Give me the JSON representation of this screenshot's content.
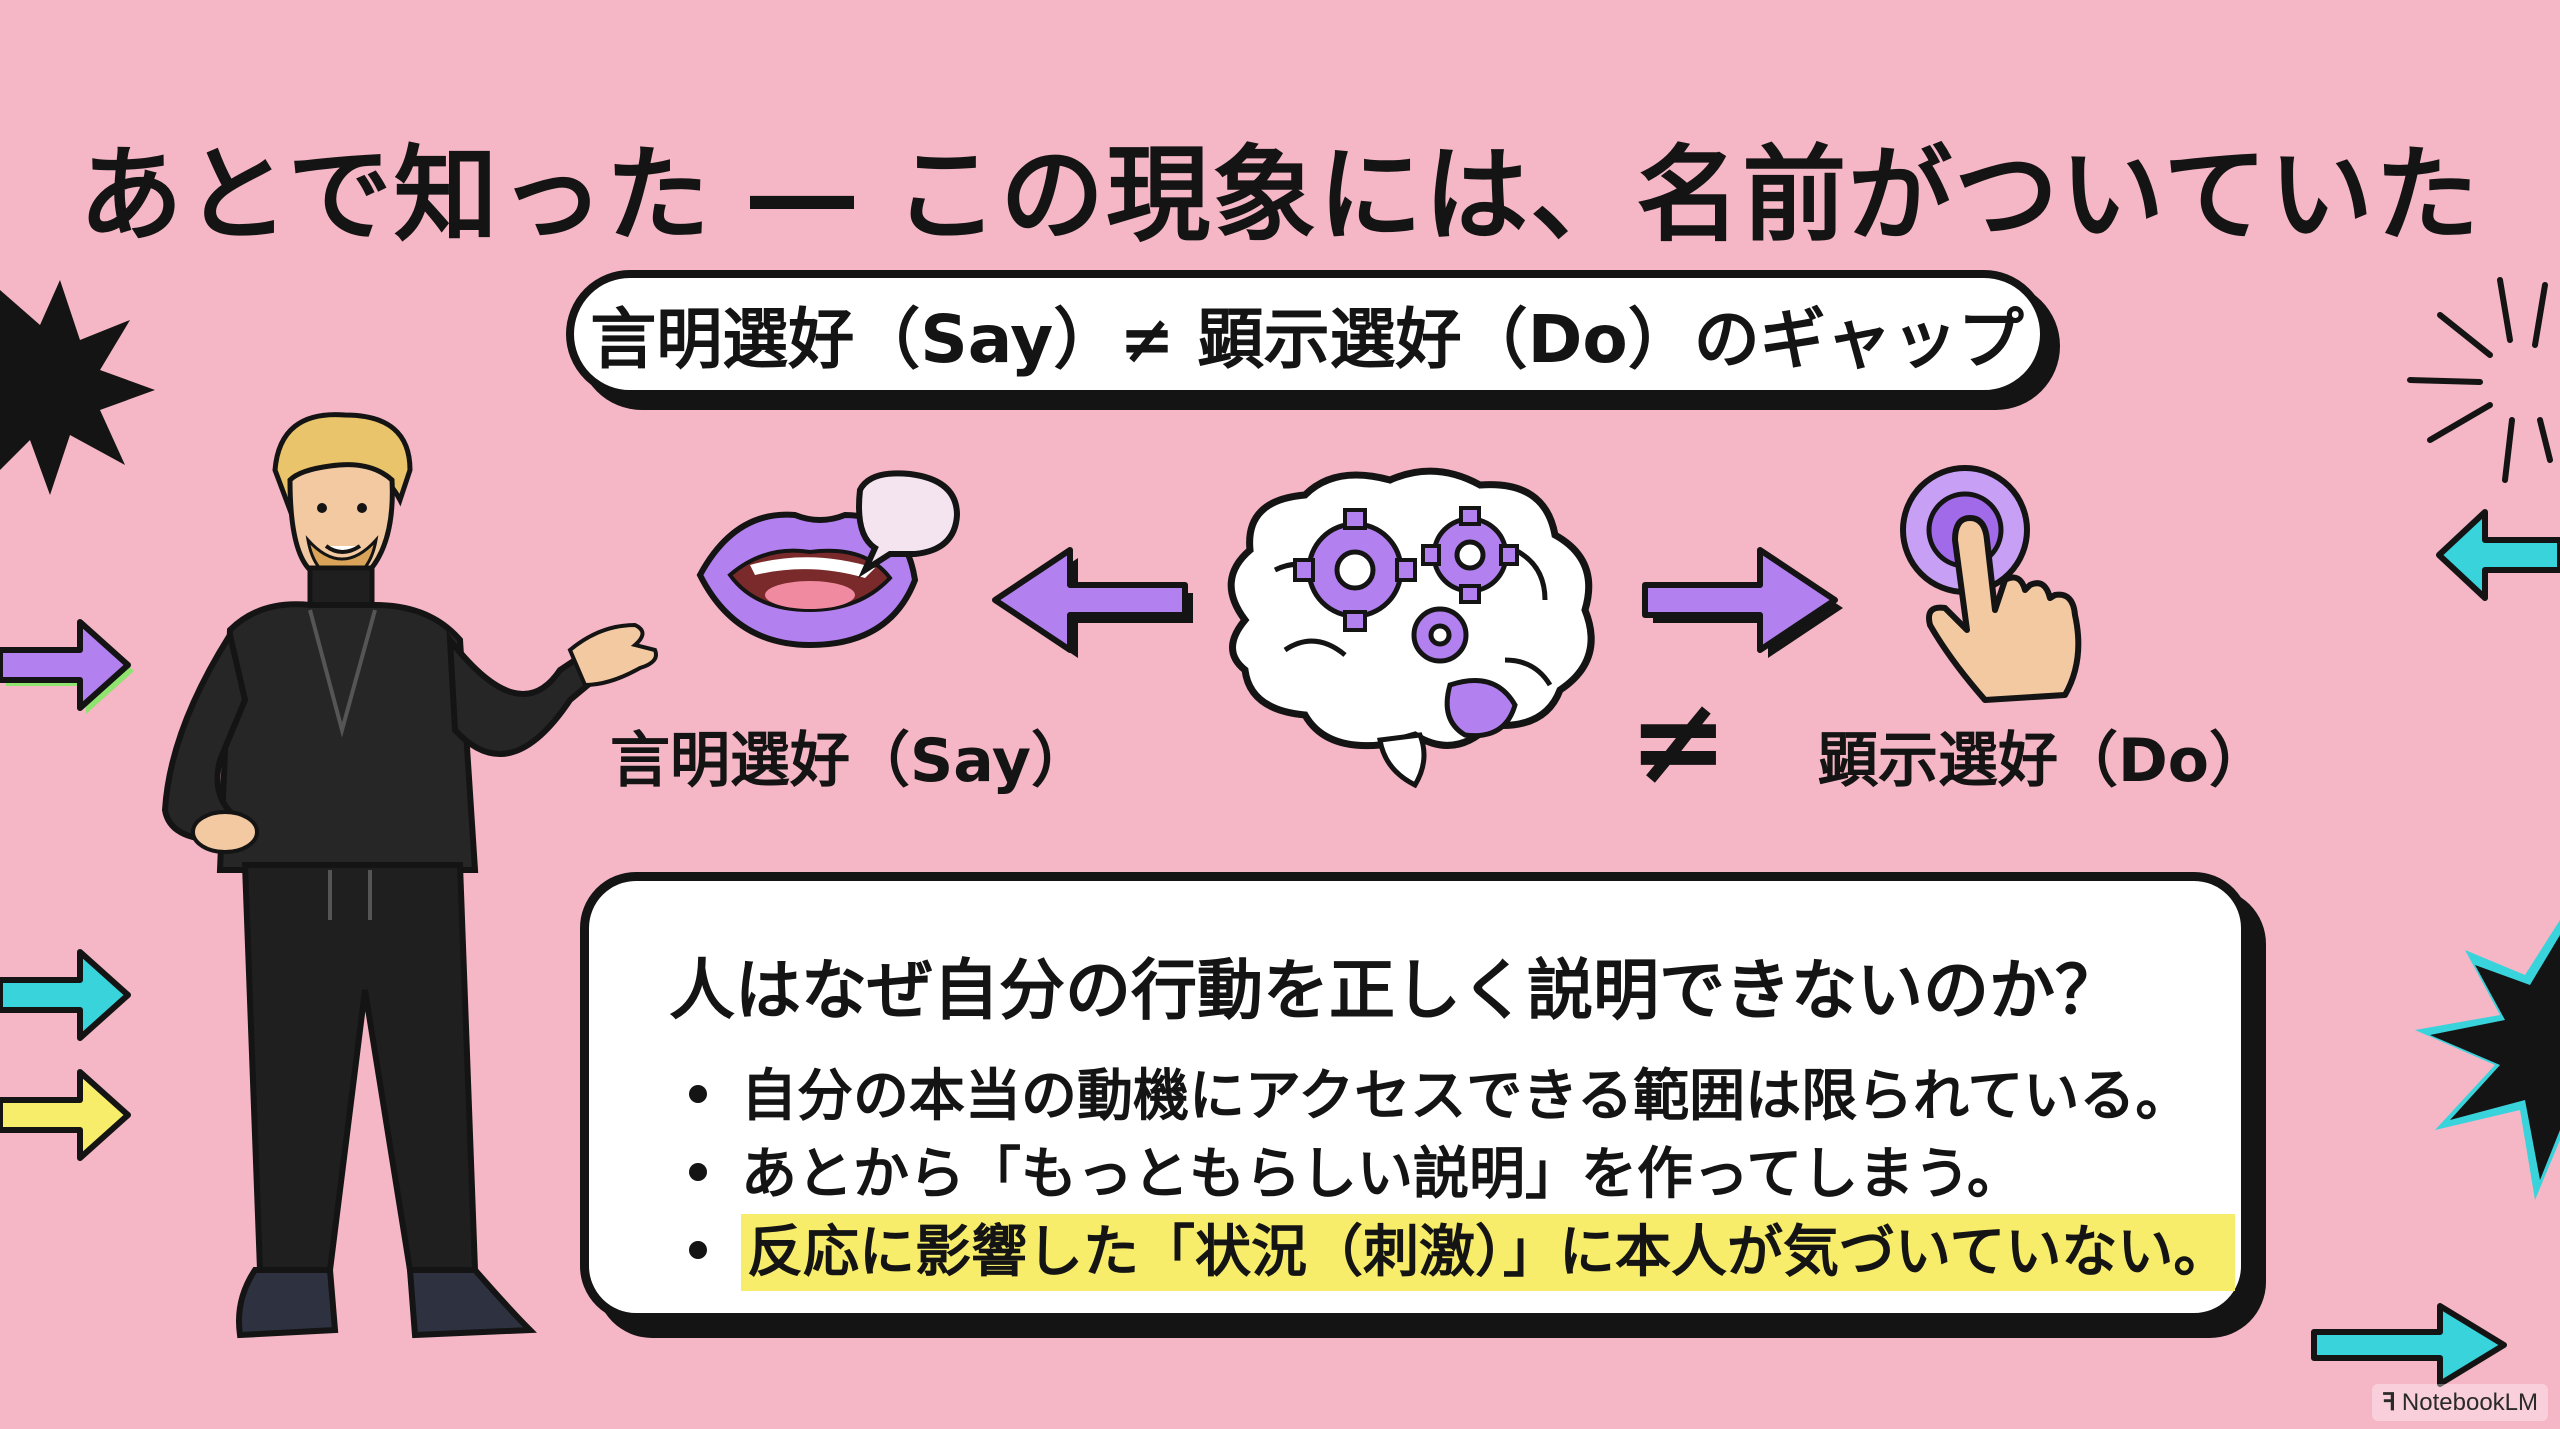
{
  "title": "あとで知った ― この現象には、名前がついていた",
  "subtitle_pill": "言明選好（Say）≠ 顕示選好（Do）のギャップ",
  "diagram": {
    "left_label": "言明選好（Say）",
    "right_label": "顕示選好（Do）",
    "neq": "≠"
  },
  "card": {
    "question": "人はなぜ自分の行動を正しく説明できないのか？",
    "bullets": [
      "自分の本当の動機にアクセスできる範囲は限られている。",
      "あとから「もっともらしい説明」を作ってしまう。",
      "反応に影響した「状況（刺激）」に本人が気づいていない。"
    ],
    "highlight_color": "#f7ed6a"
  },
  "watermark": "NotebookLM",
  "colors": {
    "background": "#f5b6c6",
    "accent_purple": "#b380f0",
    "accent_cyan": "#39d3dc",
    "accent_yellow": "#f7ed6a",
    "ink": "#141414"
  }
}
